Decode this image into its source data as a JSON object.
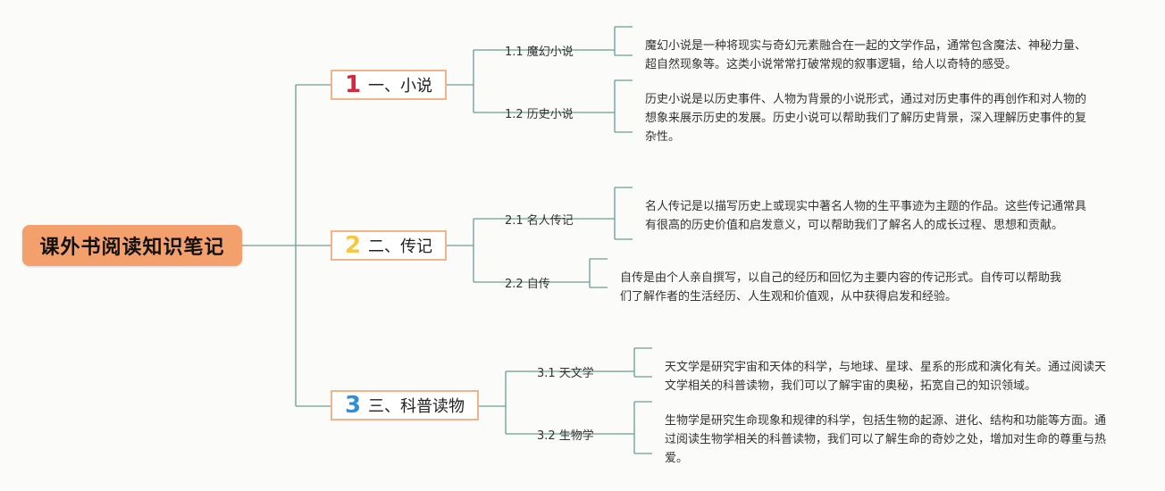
{
  "root": {
    "title": "课外书阅读知识笔记"
  },
  "branches": [
    {
      "number": "1",
      "number_color": "#d8263a",
      "label": "一、小说",
      "subs": [
        {
          "label": "1.1 魔幻小说",
          "text": "魔幻小说是一种将现实与奇幻元素融合在一起的文学作品，通常包含魔法、神秘力量、超自然现象等。这类小说常常打破常规的叙事逻辑，给人以奇特的感受。"
        },
        {
          "label": "1.2 历史小说",
          "text": "历史小说是以历史事件、人物为背景的小说形式，通过对历史事件的再创作和对人物的想象来展示历史的发展。历史小说可以帮助我们了解历史背景，深入理解历史事件的复杂性。"
        }
      ]
    },
    {
      "number": "2",
      "number_color": "#f5c842",
      "label": "二、传记",
      "subs": [
        {
          "label": "2.1 名人传记",
          "text": "名人传记是以描写历史上或现实中著名人物的生平事迹为主题的作品。这些传记通常具有很高的历史价值和启发意义，可以帮助我们了解名人的成长过程、思想和贡献。"
        },
        {
          "label": "2.2 自传",
          "text": "自传是由个人亲自撰写，以自己的经历和回忆为主要内容的传记形式。自传可以帮助我们了解作者的生活经历、人生观和价值观，从中获得启发和经验。"
        }
      ]
    },
    {
      "number": "3",
      "number_color": "#2f8fd8",
      "label": "三、科普读物",
      "subs": [
        {
          "label": "3.1 天文学",
          "text": "天文学是研究宇宙和天体的科学，与地球、星球、星系的形成和演化有关。通过阅读天文学相关的科普读物，我们可以了解宇宙的奥秘，拓宽自己的知识领域。"
        },
        {
          "label": "3.2 生物学",
          "text": "生物学是研究生命现象和规律的科学，包括生物的起源、进化、结构和功能等方面。通过阅读生物学相关的科普读物，我们可以了解生命的奇妙之处，增加对生命的尊重与热爱。"
        }
      ]
    }
  ],
  "colors": {
    "line": "#6a9e94",
    "root_bg": "#f4a06c",
    "branch_border": "#f0b48a"
  }
}
